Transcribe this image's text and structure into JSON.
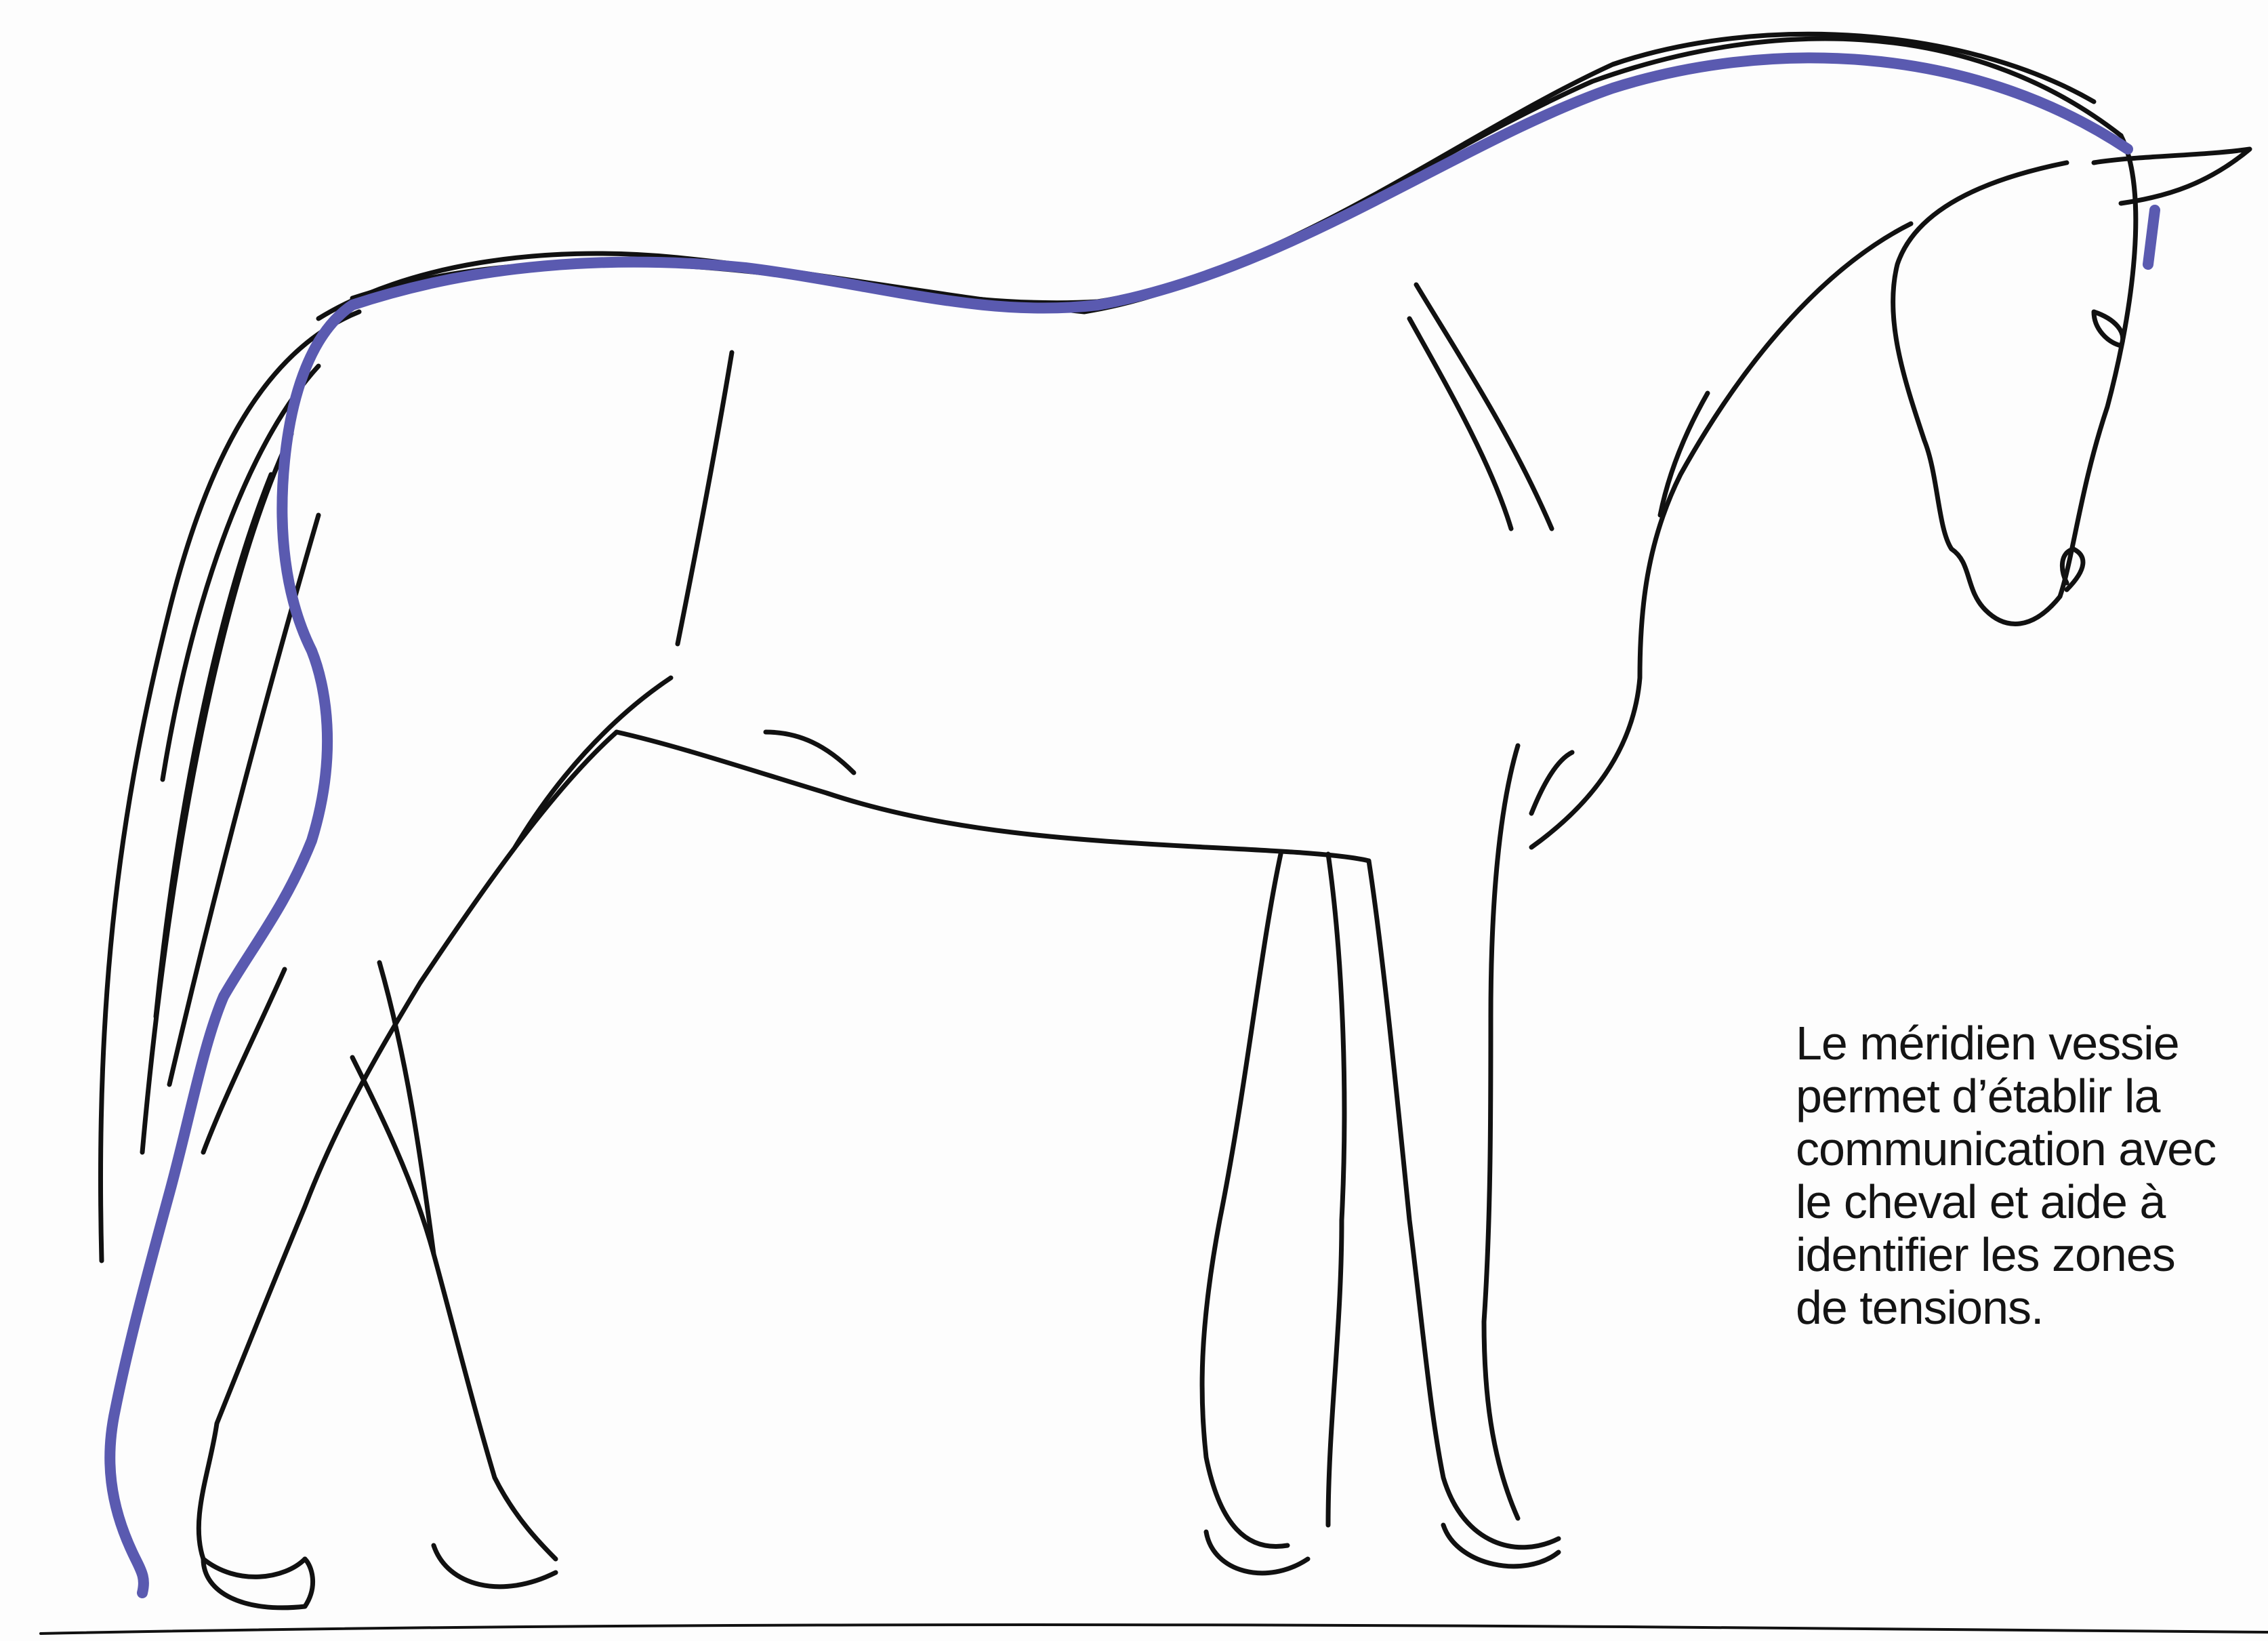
{
  "caption": {
    "lines": [
      "Le méridien vessie",
      "permet d’établir la",
      "communication avec",
      "le cheval et aide à",
      "identifier les zones",
      "de tensions."
    ]
  },
  "colors": {
    "meridian": "#5a5ab0",
    "outline": "#111111",
    "background": "#fdfdfd"
  }
}
